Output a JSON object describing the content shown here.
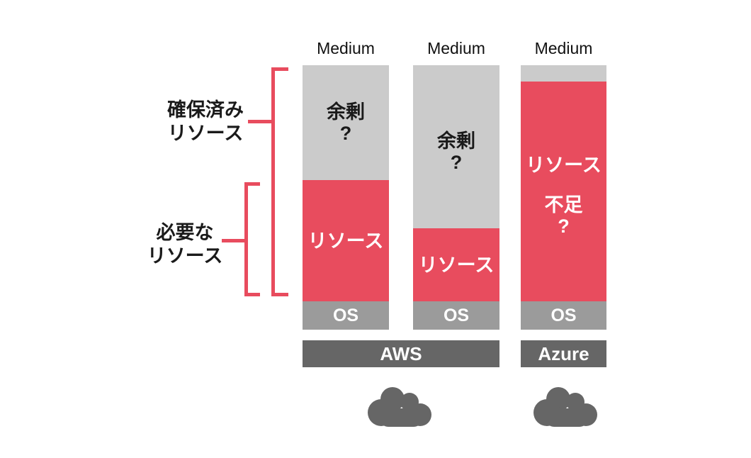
{
  "left_labels": {
    "reserved": [
      "確保済み",
      "リソース"
    ],
    "required": [
      "必要な",
      "リソース"
    ]
  },
  "bars": [
    {
      "header": "Medium",
      "surplus": "余剰",
      "surplus_question": "?",
      "resource": "リソース",
      "os": "OS"
    },
    {
      "header": "Medium",
      "surplus": "余剰",
      "surplus_question": "?",
      "resource": "リソース",
      "os": "OS"
    },
    {
      "header": "Medium",
      "resource": "リソース",
      "shortage": "不足",
      "shortage_question": "?",
      "os": "OS"
    }
  ],
  "providers": [
    {
      "label": "AWS"
    },
    {
      "label": "Azure"
    }
  ],
  "icons": {
    "aws_cloud": "cloud-icon",
    "azure_cloud": "cloud-icon"
  },
  "colors": {
    "accent_red": "#e84c5e",
    "surplus_gray": "#cbcbcb",
    "os_gray": "#9b9b9b",
    "provider_dark_gray": "#666666",
    "text_black": "#1a1a1a",
    "text_white": "#ffffff"
  }
}
